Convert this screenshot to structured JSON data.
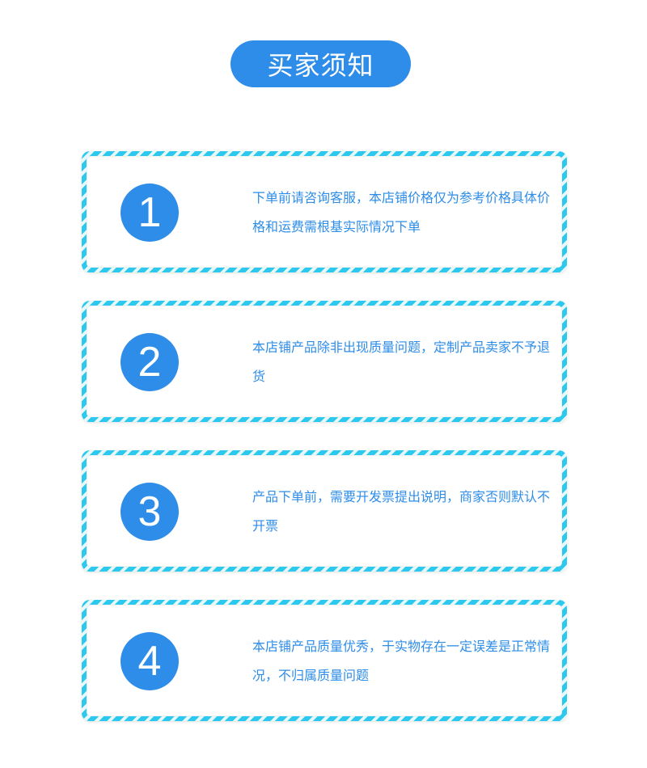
{
  "header": {
    "title": "买家须知"
  },
  "colors": {
    "accent": "#2e8de8",
    "stripe": "#2cc8ee",
    "text": "#2e8de8"
  },
  "notices": [
    {
      "number": "1",
      "text": "下单前请咨询客服，本店铺价格仅为参考价格具体价格和运费需根基实际情况下单"
    },
    {
      "number": "2",
      "text": "本店铺产品除非出现质量问题，定制产品卖家不予退货"
    },
    {
      "number": "3",
      "text": "产品下单前，需要开发票提出说明，商家否则默认不开票"
    },
    {
      "number": "4",
      "text": "本店铺产品质量优秀，于实物存在一定误差是正常情况，不归属质量问题"
    }
  ]
}
